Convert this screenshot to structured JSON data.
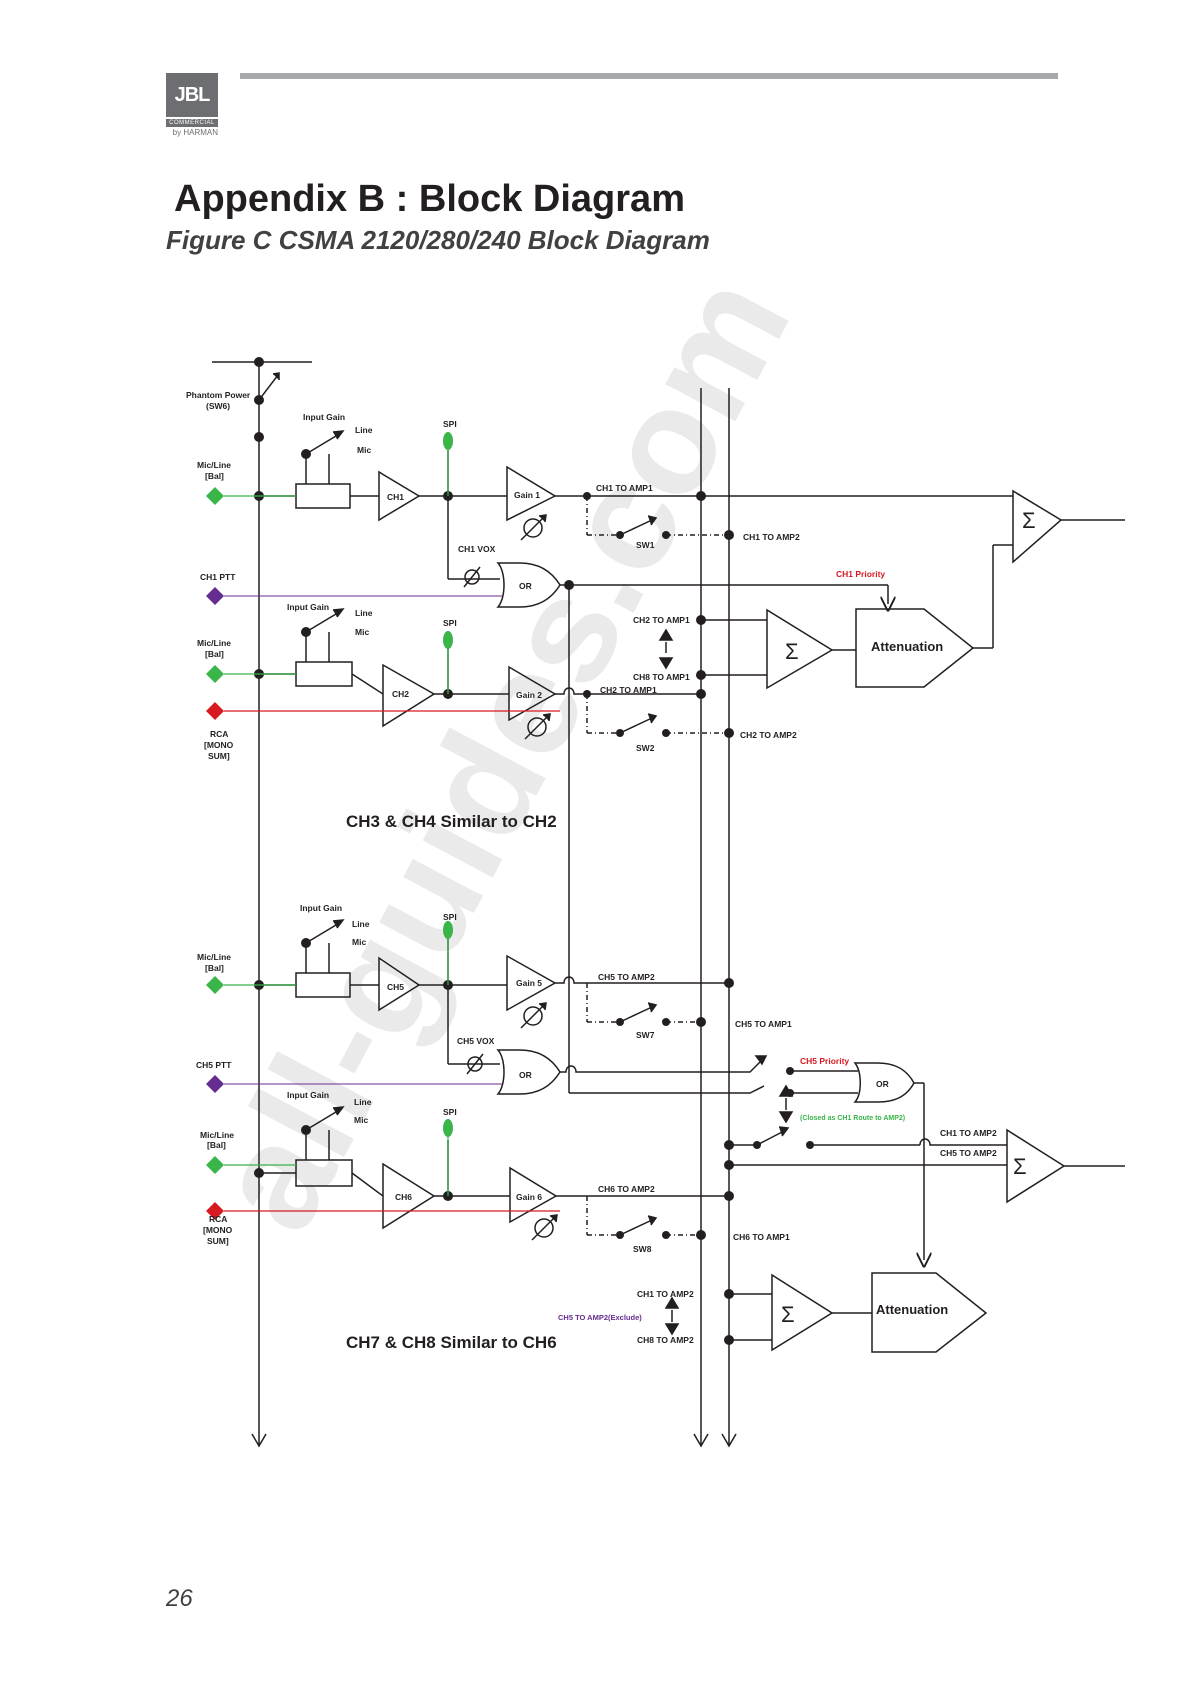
{
  "header": {
    "logo_brand": "JBL",
    "logo_line2": "COMMERCIAL",
    "logo_line3": "by HARMAN"
  },
  "title": "Appendix B : Block Diagram",
  "subtitle": "Figure C CSMA 2120/280/240 Block Diagram",
  "page_number": "26",
  "watermark": "all-guides.com",
  "colors": {
    "line": "#231f20",
    "mic_input": "#39b54a",
    "ptt_input": "#662d91",
    "rca_input": "#d71920",
    "header_rule": "#a7a9ac"
  },
  "diagram": {
    "phantom_power": "Phantom Power",
    "phantom_sw": "(SW6)",
    "input_gain": "Input Gain",
    "line": "Line",
    "mic": "Mic",
    "spi": "SPI",
    "mic_line": "Mic/Line",
    "bal": "[Bal]",
    "rca": "RCA",
    "mono": "[MONO",
    "sum": "SUM]",
    "ch1": "CH1",
    "ch2": "CH2",
    "ch5": "CH5",
    "ch6": "CH6",
    "gain1": "Gain 1",
    "gain2": "Gain 2",
    "gain5": "Gain 5",
    "gain6": "Gain 6",
    "or": "OR",
    "ch1_vox": "CH1 VOX",
    "ch5_vox": "CH5 VOX",
    "ch1_ptt": "CH1 PTT",
    "ch5_ptt": "CH5 PTT",
    "ch1_to_amp1": "CH1 TO AMP1",
    "ch1_to_amp2": "CH1 TO AMP2",
    "ch2_to_amp1": "CH2 TO AMP1",
    "ch2_to_amp2": "CH2 TO AMP2",
    "ch8_to_amp1": "CH8 TO AMP1",
    "ch8_to_amp2": "CH8 TO AMP2",
    "ch5_to_amp1": "CH5 TO AMP1",
    "ch5_to_amp2": "CH5 TO AMP2",
    "ch6_to_amp1": "CH6 TO AMP1",
    "ch6_to_amp2": "CH6 TO AMP2",
    "ch1_priority": "CH1 Priority",
    "ch5_priority": "CH5 Priority",
    "closed_note": "(Closed as CH1 Route to AMP2)",
    "ch5_exclude": "CH5 TO AMP2(Exclude)",
    "sw1": "SW1",
    "sw2": "SW2",
    "sw7": "SW7",
    "sw8": "SW8",
    "attenuation": "Attenuation",
    "sigma": "Σ",
    "similar_ch34": "CH3 & CH4 Similar to CH2",
    "similar_ch78": "CH7 & CH8 Similar to CH6"
  }
}
